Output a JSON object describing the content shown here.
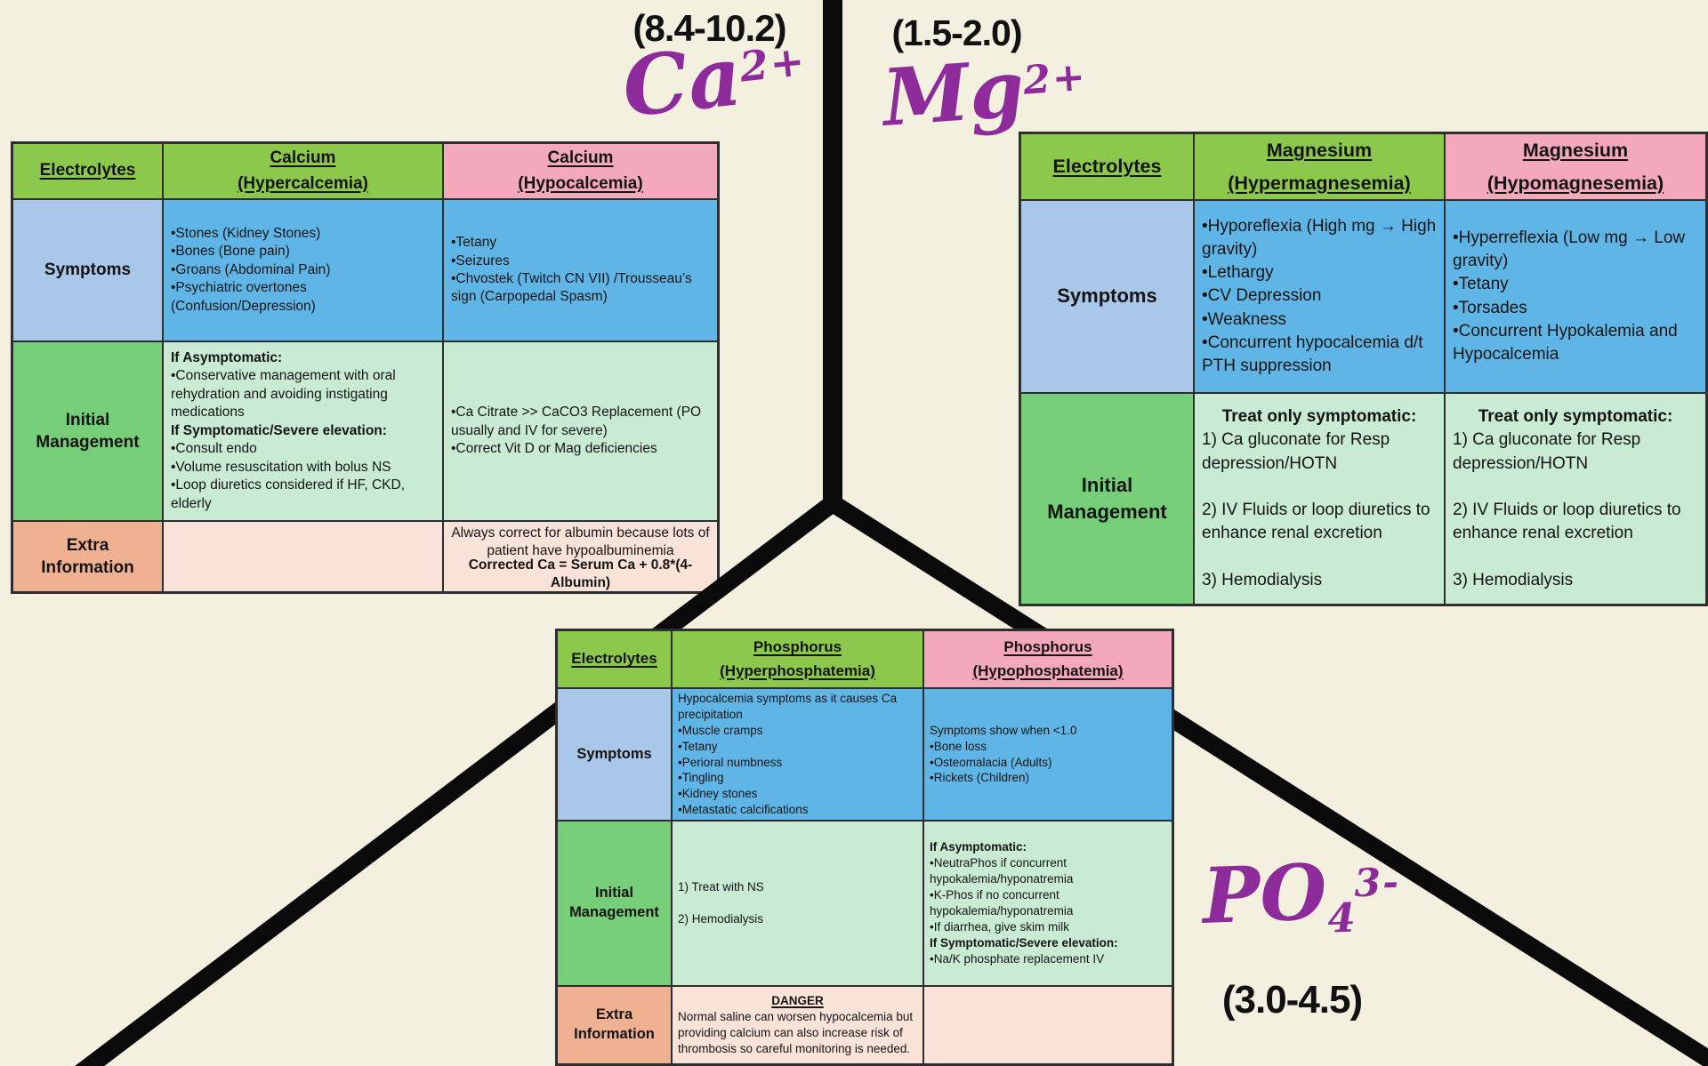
{
  "annotations": {
    "calcium": {
      "range": "(8.4-10.2)",
      "ion": "Ca",
      "charge": "2+"
    },
    "magnesium": {
      "range": "(1.5-2.0)",
      "ion": "Mg",
      "charge": "2+"
    },
    "phosphate": {
      "range": "(3.0-4.5)",
      "ion": "PO",
      "sub": "4",
      "charge": "3-"
    }
  },
  "colors": {
    "background": "#F4F0DF",
    "header_green": "#8CC84B",
    "header_pink": "#F4A8BC",
    "label_blue": "#A9C7E9",
    "content_blue": "#5FB6E6",
    "label_green": "#76CE78",
    "content_mint": "#C9EBD3",
    "label_salmon": "#F0B193",
    "content_peach": "#F9E3D8",
    "handwriting_purple": "#8E2B9B",
    "connector_black": "#0A0A0A"
  },
  "tables": {
    "calcium": {
      "corner": "Electrolytes",
      "col_hyper": {
        "name": "Calcium",
        "sub": "(Hypercalcemia)"
      },
      "col_hypo": {
        "name": "Calcium",
        "sub": "(Hypocalcemia)"
      },
      "row_symptoms": "Symptoms",
      "row_mgmt": "Initial Management",
      "row_extra": "Extra Information",
      "symptoms_hyper": [
        "•Stones (Kidney Stones)",
        "•Bones (Bone pain)",
        "•Groans (Abdominal Pain)",
        "•Psychiatric overtones (Confusion/Depression)"
      ],
      "symptoms_hypo": [
        "•Tetany",
        "•Seizures",
        "•Chvostek (Twitch CN VII) /Trousseau’s sign (Carpopedal Spasm)"
      ],
      "mgmt_hyper": [
        {
          "t": "If Asymptomatic:",
          "b": 1
        },
        {
          "t": "•Conservative management with oral rehydration and avoiding instigating medications"
        },
        {
          "t": "If Symptomatic/Severe elevation:",
          "b": 1
        },
        {
          "t": "•Consult endo"
        },
        {
          "t": "•Volume resuscitation with bolus NS"
        },
        {
          "t": "•Loop diuretics considered if HF, CKD, elderly"
        }
      ],
      "mgmt_hypo": [
        {
          "t": "•Ca Citrate >> CaCO3 Replacement (PO usually and IV for severe)"
        },
        {
          "t": "•Correct Vit D or Mag deficiencies"
        }
      ],
      "extra_hyper": [],
      "extra_hypo": [
        {
          "t": "Always correct for albumin because lots of patient have hypoalbuminemia",
          "c": 1
        },
        {
          "t": "Corrected Ca = Serum Ca + 0.8*(4-Albumin)",
          "b": 1,
          "c": 1
        }
      ]
    },
    "magnesium": {
      "corner": "Electrolytes",
      "col_hyper": {
        "name": "Magnesium",
        "sub": "(Hypermagnesemia)"
      },
      "col_hypo": {
        "name": "Magnesium",
        "sub": "(Hypomagnesemia)"
      },
      "row_symptoms": "Symptoms",
      "row_mgmt": "Initial Management",
      "symptoms_hyper": [
        "•Hyporeflexia (High mg → High gravity)",
        "•Lethargy",
        "•CV Depression",
        "•Weakness",
        "•Concurrent hypocalcemia d/t PTH suppression"
      ],
      "symptoms_hypo": [
        "•Hyperreflexia (Low mg → Low gravity)",
        "•Tetany",
        "•Torsades",
        "•Concurrent Hypokalemia and Hypocalcemia"
      ],
      "mgmt_hyper": [
        {
          "t": "Treat only symptomatic:",
          "b": 1,
          "c": 1
        },
        {
          "t": "1) Ca gluconate for Resp depression/HOTN"
        },
        {
          "t": " "
        },
        {
          "t": "2) IV Fluids or loop diuretics to enhance renal excretion"
        },
        {
          "t": " "
        },
        {
          "t": "3) Hemodialysis"
        }
      ],
      "mgmt_hypo": [
        {
          "t": "Treat only symptomatic:",
          "b": 1,
          "c": 1
        },
        {
          "t": "1) Ca gluconate for Resp depression/HOTN"
        },
        {
          "t": " "
        },
        {
          "t": "2) IV Fluids or loop diuretics to enhance renal excretion"
        },
        {
          "t": " "
        },
        {
          "t": "3) Hemodialysis"
        }
      ]
    },
    "phosphorus": {
      "corner": "Electrolytes",
      "col_hyper": {
        "name": "Phosphorus",
        "sub": "(Hyperphosphatemia)"
      },
      "col_hypo": {
        "name": "Phosphorus",
        "sub": "(Hypophosphatemia)"
      },
      "row_symptoms": "Symptoms",
      "row_mgmt": "Initial Management",
      "row_extra": "Extra Information",
      "symptoms_hyper": [
        "Hypocalcemia symptoms as it causes Ca precipitation",
        "•Muscle cramps",
        "•Tetany",
        "•Perioral numbness",
        "•Tingling",
        "•Kidney stones",
        "•Metastatic calcifications"
      ],
      "symptoms_hypo": [
        "Symptoms show when <1.0",
        "•Bone loss",
        "•Osteomalacia (Adults)",
        "•Rickets (Children)"
      ],
      "mgmt_hyper": [
        {
          "t": "1) Treat with NS"
        },
        {
          "t": " "
        },
        {
          "t": "2) Hemodialysis"
        }
      ],
      "mgmt_hypo": [
        {
          "t": "If Asymptomatic:",
          "b": 1
        },
        {
          "t": "•NeutraPhos if concurrent hypokalemia/hyponatremia"
        },
        {
          "t": "•K-Phos if no concurrent hypokalemia/hyponatremia"
        },
        {
          "t": "•If diarrhea, give skim milk"
        },
        {
          "t": "If Symptomatic/Severe elevation:",
          "b": 1
        },
        {
          "t": "•Na/K phosphate replacement IV"
        }
      ],
      "extra_hyper": [
        {
          "t": "DANGER",
          "b": 1,
          "u": 1,
          "c": 1
        },
        {
          "t": "Normal saline can worsen hypocalcemia but providing calcium can also increase risk of thrombosis so careful monitoring is needed."
        }
      ],
      "extra_hypo": []
    }
  }
}
